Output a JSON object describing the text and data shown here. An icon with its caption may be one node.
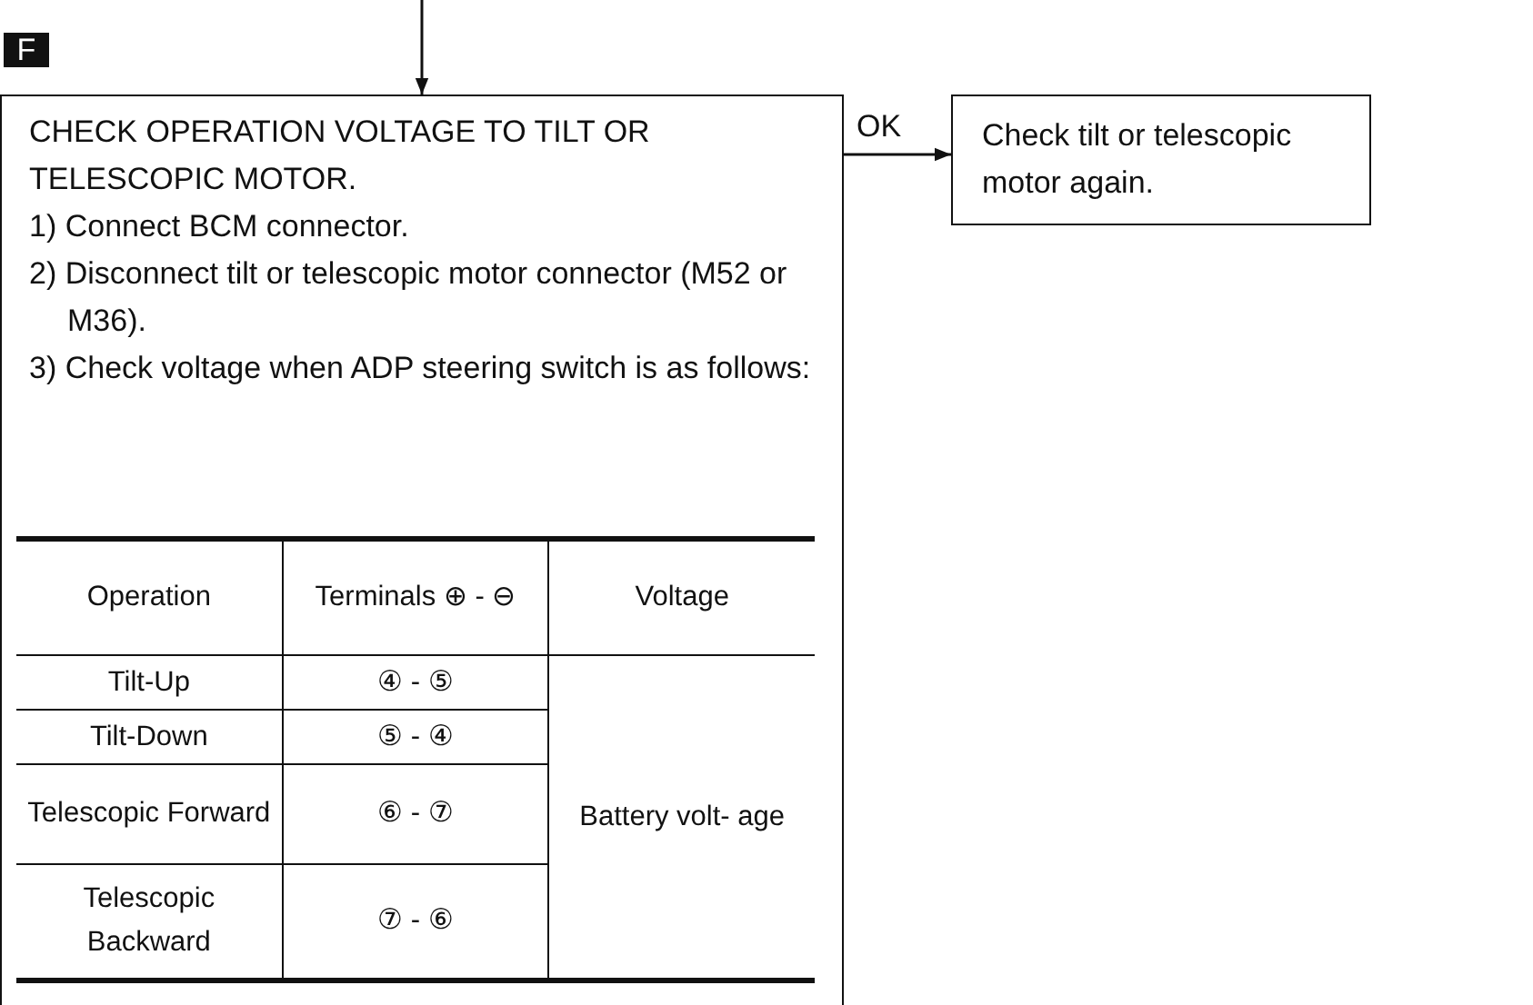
{
  "diagram": {
    "nodes": [
      {
        "text": [
          "CHECK OPERATION VOLTAGE TO TILT OR TELESCOPIC MOTOR.",
          "1) Connect BCM connector.",
          "2) Disconnect tilt or telescopic motor connector (M52 or M36).",
          "3) Check voltage when ADP steering switch is as follows:"
        ]
      },
      {
        "text": [
          "Check tilt or telescopic motor again."
        ]
      }
    ],
    "edges": [
      {
        "from": null,
        "to": 0,
        "arrow": "to"
      },
      {
        "from": 0,
        "to": 1,
        "label": "OK",
        "arrow": "to"
      }
    ],
    "labels": [
      "F",
      "Operation",
      "Terminals ⊕ - ⊖",
      "Voltage",
      "Tilt-Up",
      "④ - ⑤",
      "Battery volt- age",
      "Tilt-Down",
      "⑤ - ④",
      "Telescopic Forward",
      "⑥ - ⑦",
      "Telescopic Backward",
      "⑦ - ⑥"
    ]
  }
}
